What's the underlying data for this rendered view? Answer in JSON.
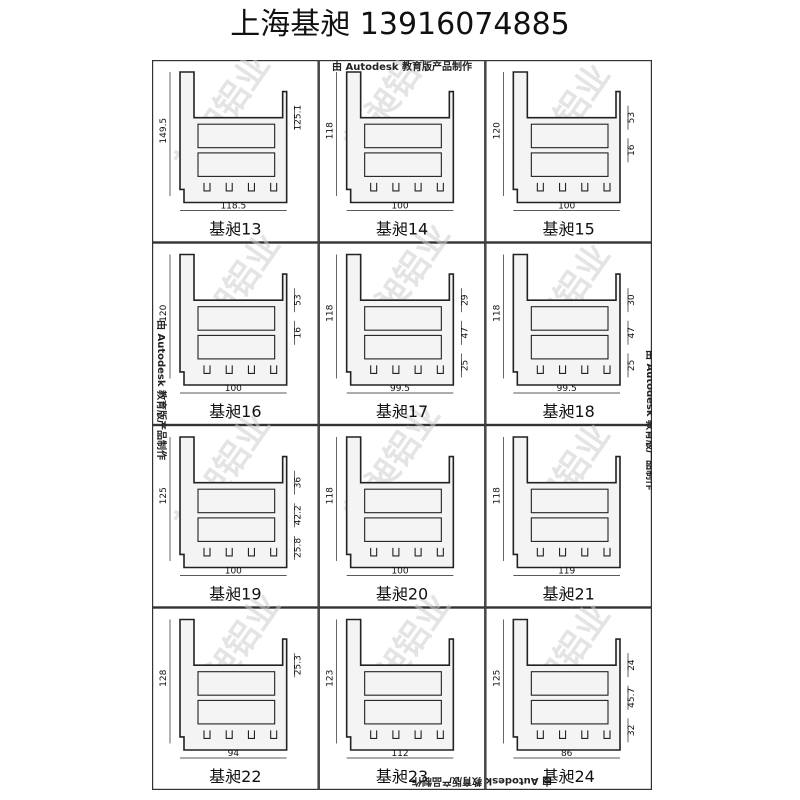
{
  "header": {
    "title": "上海基昶 13916074885"
  },
  "watermarks": {
    "brand": "基昶铝业",
    "credit": "由 Autodesk 教育版产品制作"
  },
  "profiles": [
    {
      "label": "基昶13",
      "dims": [
        "149.5",
        "125.1",
        "118.5"
      ]
    },
    {
      "label": "基昶14",
      "dims": [
        "118",
        "100"
      ]
    },
    {
      "label": "基昶15",
      "dims": [
        "120",
        "53",
        "16",
        "100"
      ]
    },
    {
      "label": "基昶16",
      "dims": [
        "120",
        "53",
        "16",
        "100"
      ]
    },
    {
      "label": "基昶17",
      "dims": [
        "118",
        "29",
        "47",
        "25",
        "99.5"
      ]
    },
    {
      "label": "基昶18",
      "dims": [
        "118",
        "30",
        "47",
        "25",
        "99.5"
      ]
    },
    {
      "label": "基昶19",
      "dims": [
        "125",
        "36",
        "42.2",
        "25.8",
        "100"
      ]
    },
    {
      "label": "基昶20",
      "dims": [
        "118",
        "100"
      ]
    },
    {
      "label": "基昶21",
      "dims": [
        "118",
        "119"
      ]
    },
    {
      "label": "基昶22",
      "dims": [
        "128",
        "25.3",
        "94"
      ]
    },
    {
      "label": "基昶23",
      "dims": [
        "123",
        "112"
      ]
    },
    {
      "label": "基昶24",
      "dims": [
        "125",
        "24",
        "45.7",
        "32",
        "86"
      ]
    }
  ]
}
